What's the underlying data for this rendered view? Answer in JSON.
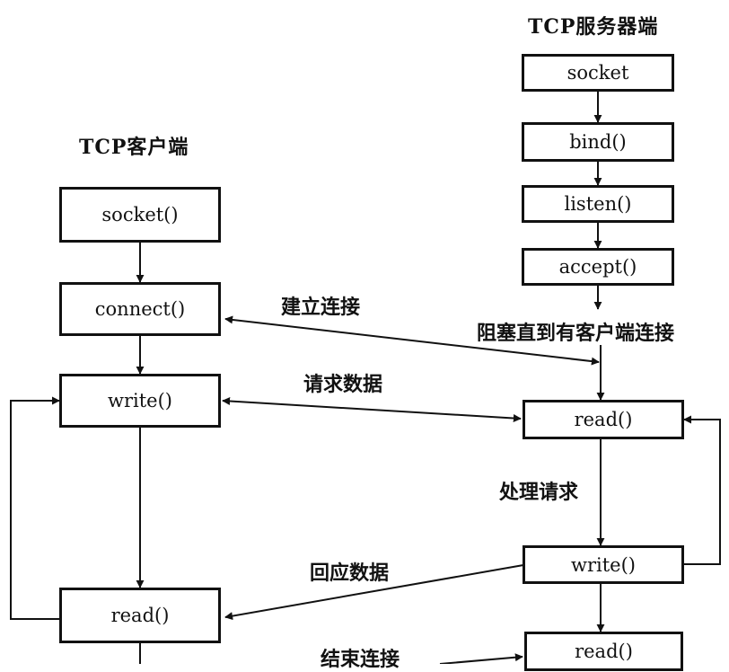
{
  "client": {
    "title": "TCP客户端",
    "socket": "socket()",
    "connect": "connect()",
    "write": "write()",
    "read": "read()"
  },
  "server": {
    "title": "TCP服务器端",
    "socket": "socket",
    "bind": "bind()",
    "listen": "listen()",
    "accept": "accept()",
    "block_note": "阻塞直到有客户端连接",
    "read": "read()",
    "process_note": "处理请求",
    "write": "write()",
    "read_end": "read()"
  },
  "edges": {
    "connect": "建立连接",
    "request": "请求数据",
    "response": "回应数据",
    "close": "结束连接"
  }
}
